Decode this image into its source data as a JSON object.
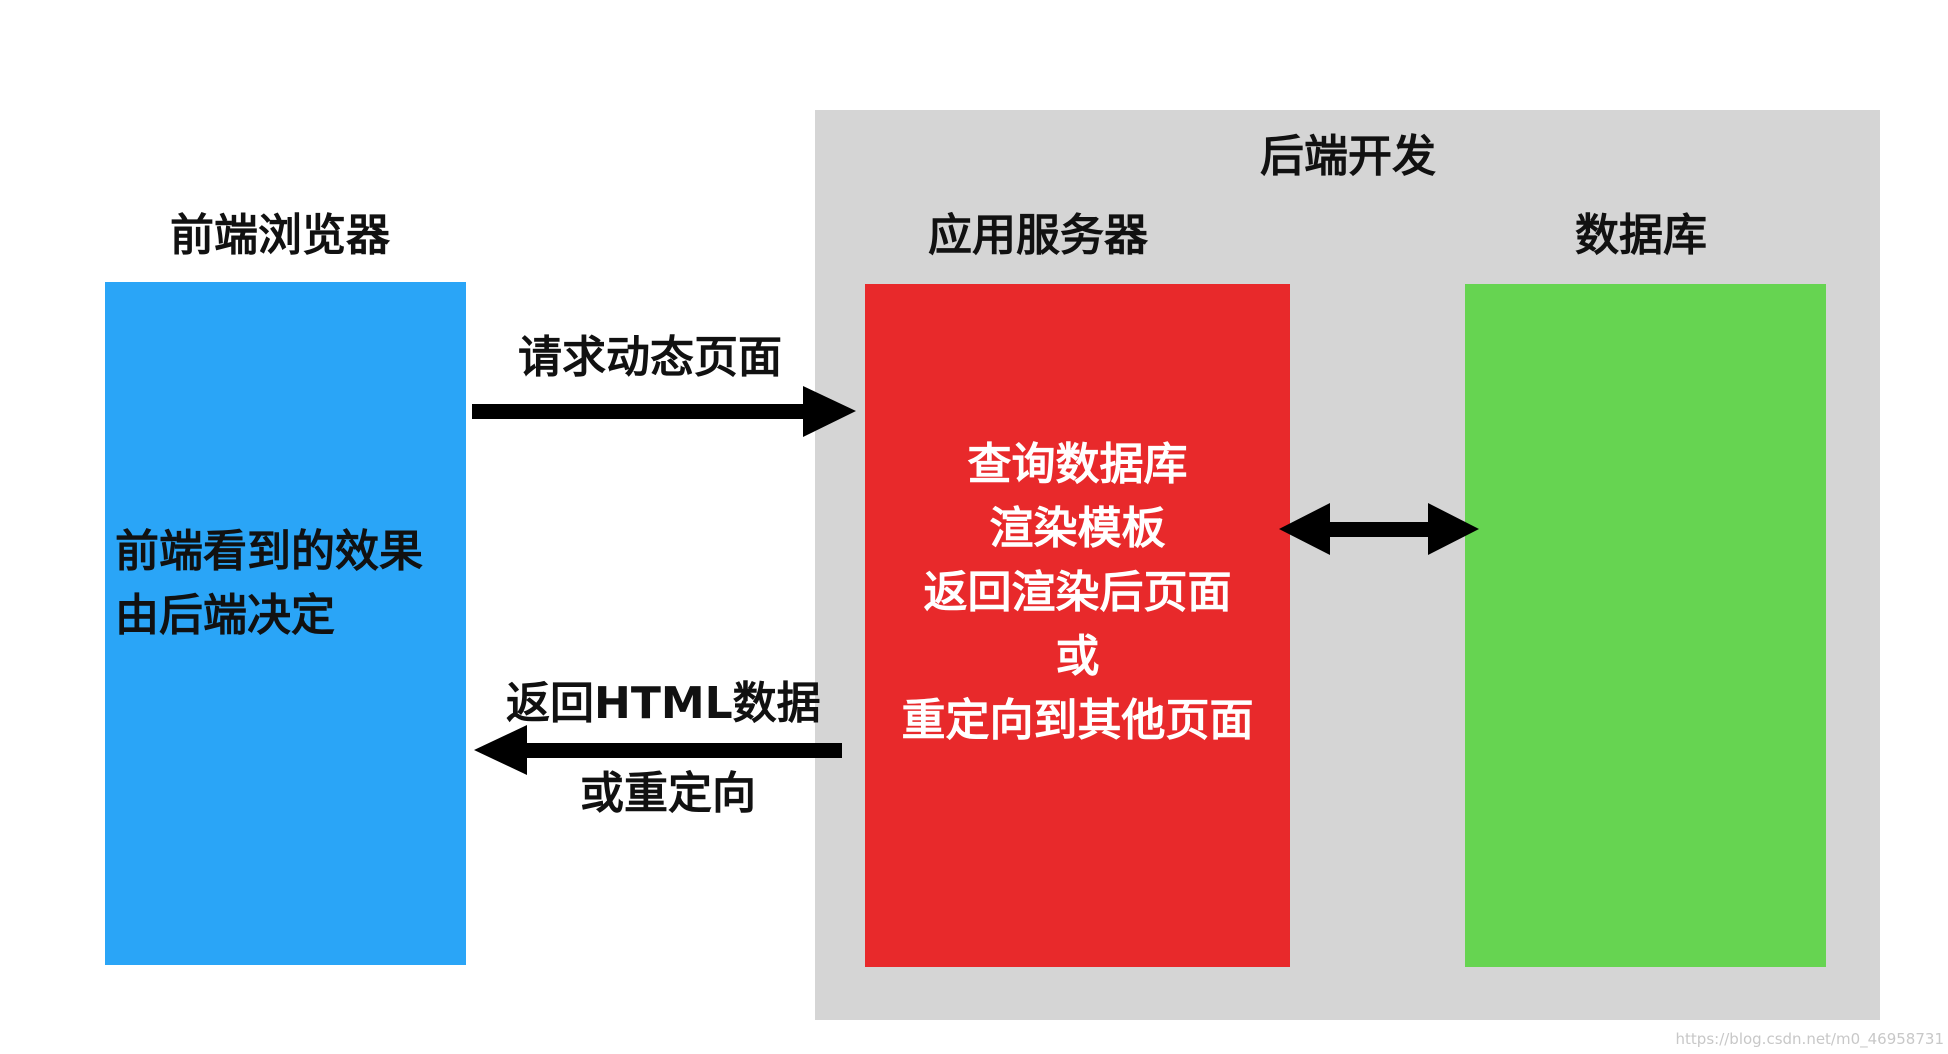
{
  "backend": {
    "title": "后端开发"
  },
  "browser": {
    "title": "前端浏览器",
    "text_lines": [
      "前端看到的效果",
      "由后端决定"
    ]
  },
  "server": {
    "title": "应用服务器",
    "text_lines": [
      "查询数据库",
      "渲染模板",
      "返回渲染后页面",
      "或",
      "重定向到其他页面"
    ]
  },
  "database": {
    "title": "数据库"
  },
  "arrows": {
    "request_label": "请求动态页面",
    "response_label_line1": "返回HTML数据",
    "response_label_line2": "或重定向"
  },
  "watermark": "https://blog.csdn.net/m0_46958731"
}
